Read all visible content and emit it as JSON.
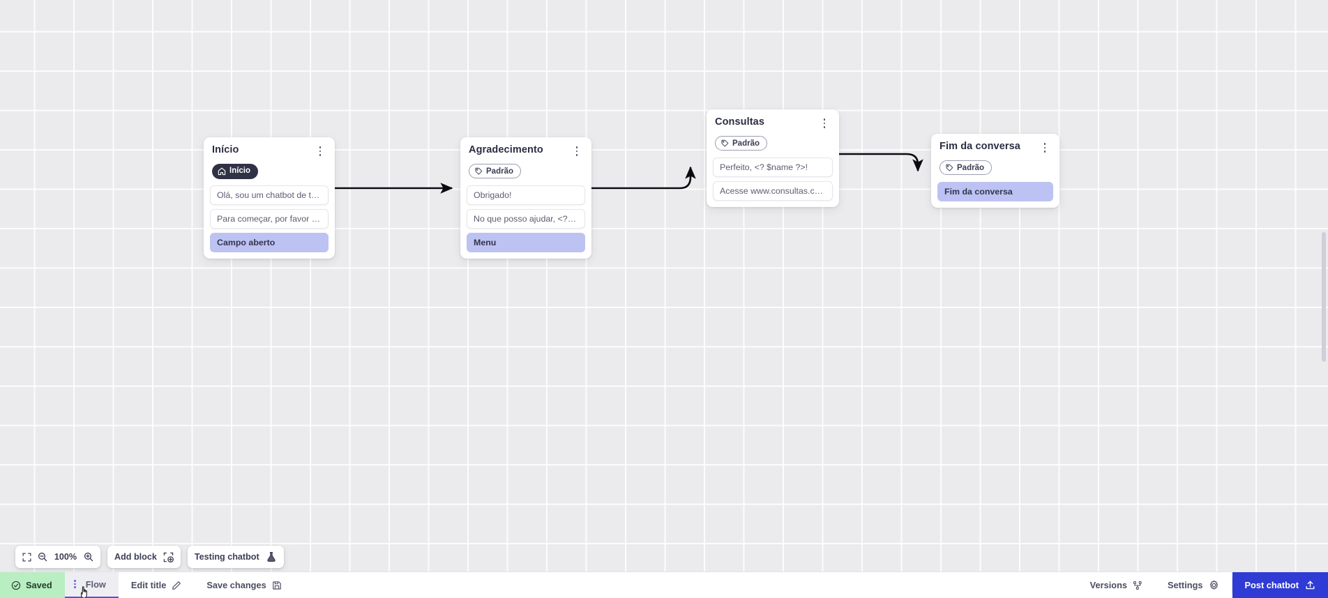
{
  "canvas": {
    "grid": true,
    "background_color": "#ebebed",
    "grid_line_color": "#ffffff"
  },
  "nodes": [
    {
      "id": "inicio",
      "title": "Início",
      "badge": {
        "type": "home",
        "label": "Início",
        "icon": "home-icon"
      },
      "messages": [
        {
          "text": "Olá, sou um chatbot de teste!",
          "kind": "message"
        },
        {
          "text": "Para começar, por favor digite o ...",
          "kind": "message"
        },
        {
          "text": "Campo aberto",
          "kind": "action"
        }
      ],
      "menu_icon": "kebab-menu-icon"
    },
    {
      "id": "agradecimento",
      "title": "Agradecimento",
      "badge": {
        "type": "default",
        "label": "Padrão",
        "icon": "tag-icon"
      },
      "messages": [
        {
          "text": "Obrigado!",
          "kind": "message"
        },
        {
          "text": "No que posso ajudar, <? $name ...",
          "kind": "message"
        },
        {
          "text": "Menu",
          "kind": "action"
        }
      ],
      "menu_icon": "kebab-menu-icon"
    },
    {
      "id": "consultas",
      "title": "Consultas",
      "badge": {
        "type": "default",
        "label": "Padrão",
        "icon": "tag-icon"
      },
      "messages": [
        {
          "text": "Perfeito, <? $name ?>!",
          "kind": "message"
        },
        {
          "text": "Acesse www.consultas.com par...",
          "kind": "message"
        }
      ],
      "menu_icon": "kebab-menu-icon"
    },
    {
      "id": "fim",
      "title": "Fim da conversa",
      "badge": {
        "type": "default",
        "label": "Padrão",
        "icon": "tag-icon"
      },
      "messages": [
        {
          "text": "Fim da conversa",
          "kind": "action"
        }
      ],
      "menu_icon": "kebab-menu-icon"
    }
  ],
  "toolbar": {
    "fit_icon": "fit-screen-icon",
    "zoom_out_icon": "zoom-out-icon",
    "zoom_in_icon": "zoom-in-icon",
    "zoom_level": "100%",
    "add_block_label": "Add block",
    "add_block_icon": "add-block-icon",
    "testing_label": "Testing chatbot",
    "testing_icon": "flask-icon"
  },
  "statusbar": {
    "saved_label": "Saved",
    "saved_icon": "check-circle-icon",
    "saved_color": "#b9edc2",
    "flow_tab_label": "Flow",
    "flow_tab_icon": "kebab-menu-icon",
    "edit_title_label": "Edit title",
    "edit_title_icon": "pencil-icon",
    "save_changes_label": "Save changes",
    "save_changes_icon": "floppy-disk-icon",
    "versions_label": "Versions",
    "versions_icon": "branch-icon",
    "settings_label": "Settings",
    "settings_icon": "gear-icon",
    "post_label": "Post chatbot",
    "post_icon": "upload-icon",
    "post_color": "#2f3bd4",
    "accent_color": "#5b4ee0"
  }
}
